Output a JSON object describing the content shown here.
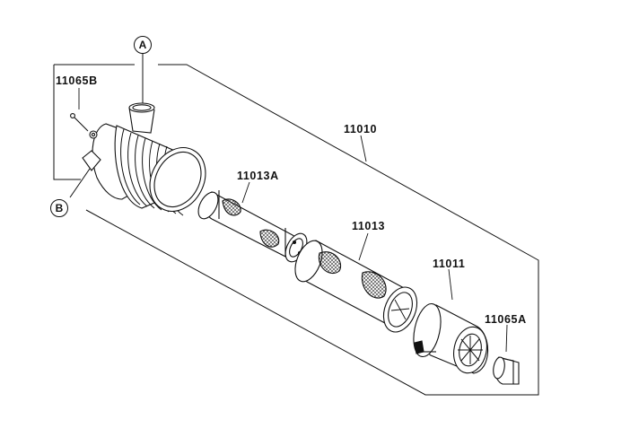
{
  "diagram": {
    "callouts": {
      "a": "A",
      "b": "B"
    },
    "parts": {
      "bolt": "11065B",
      "assembly": "11010",
      "inner_element": "11013A",
      "outer_element": "11013",
      "cap": "11011",
      "valve": "11065A"
    }
  }
}
